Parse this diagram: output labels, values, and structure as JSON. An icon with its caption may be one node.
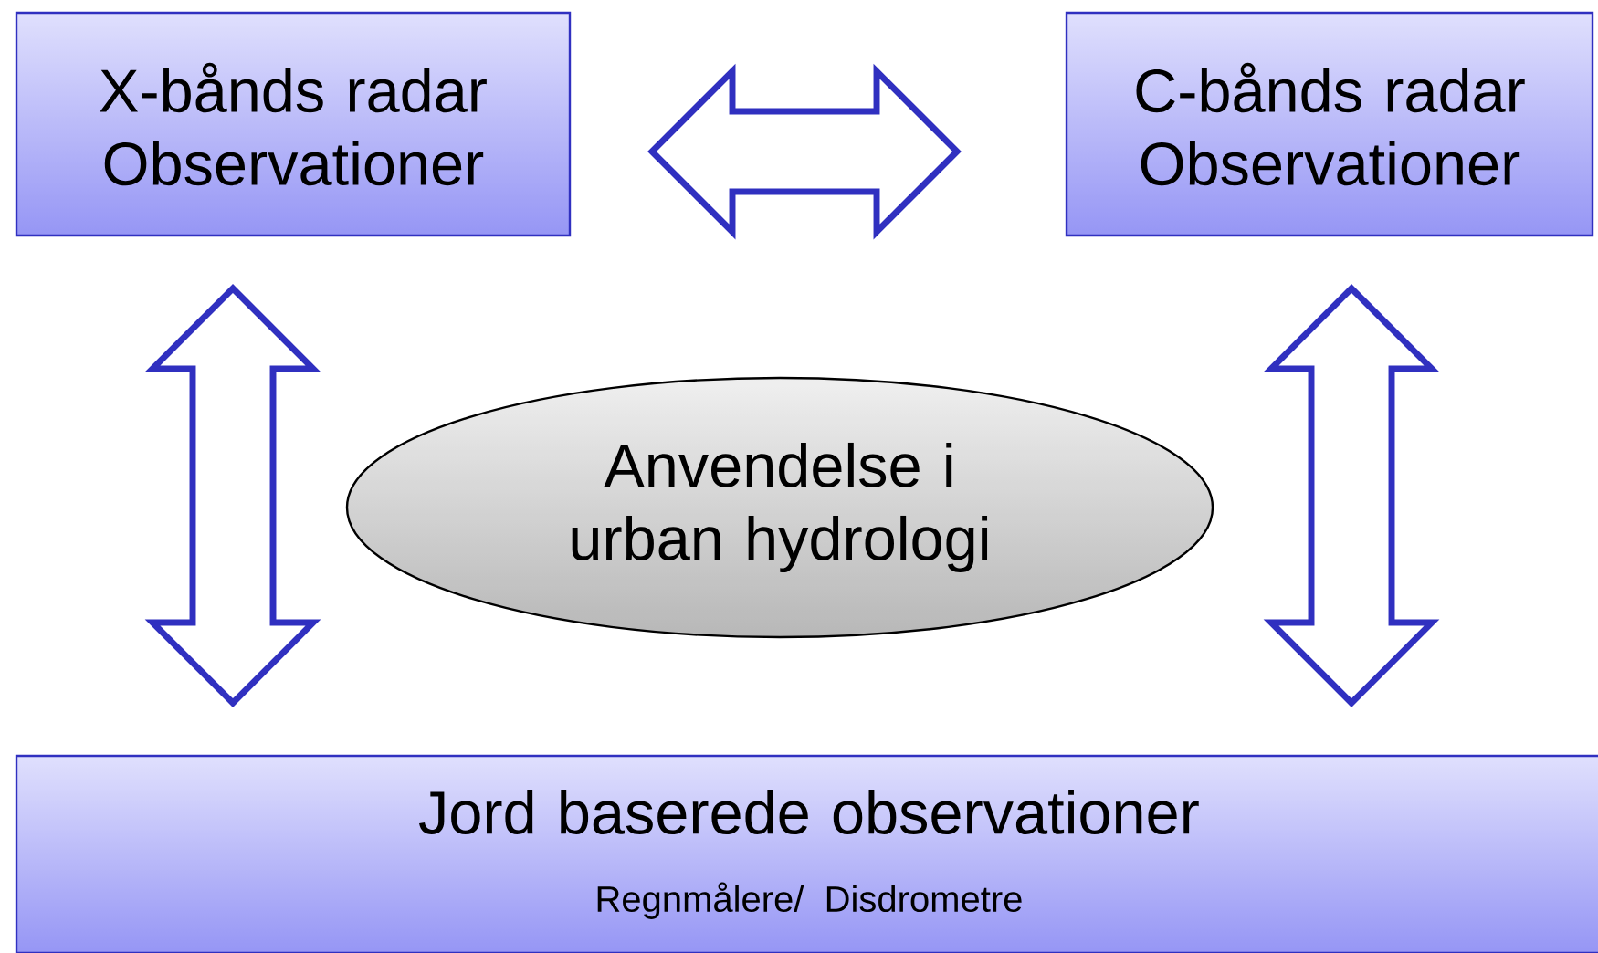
{
  "diagram": {
    "nodes": [
      {
        "text": [
          "X-bånds radar Observationer"
        ]
      },
      {
        "text": [
          "C-bånds radar Observationer"
        ]
      },
      {
        "text": [
          "Anvendelse i urban hydrologi"
        ]
      },
      {
        "text": [
          "Jord baserede observationer",
          "Regnmålere/ Disdrometre"
        ]
      }
    ],
    "edges": [
      {
        "from": 0,
        "to": 1,
        "arrow": "both"
      },
      {
        "from": 0,
        "to": 3,
        "arrow": "both"
      },
      {
        "from": 1,
        "to": 3,
        "arrow": "both"
      }
    ]
  }
}
